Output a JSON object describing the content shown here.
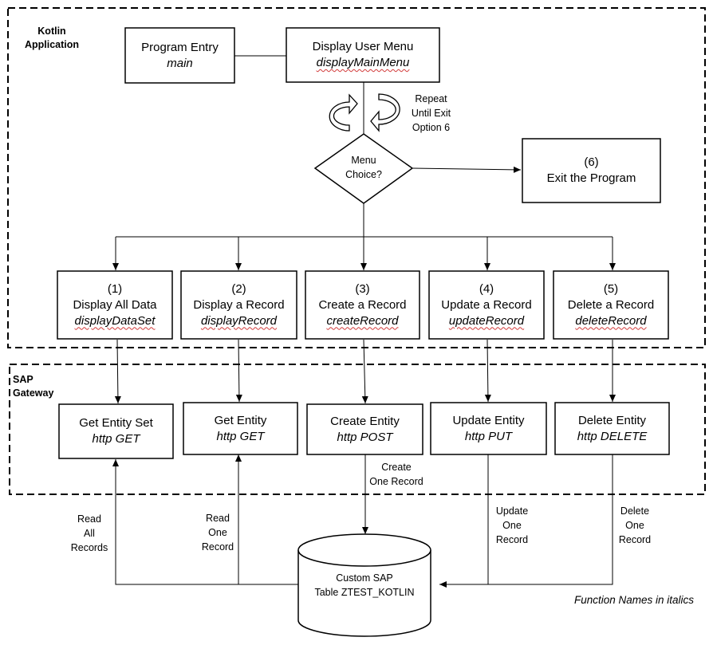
{
  "regions": {
    "kotlin": {
      "line1": "Kotlin",
      "line2": "Application"
    },
    "sap": {
      "line1": "SAP",
      "line2": "Gateway"
    }
  },
  "top": {
    "entry": {
      "title": "Program Entry",
      "fn": "main"
    },
    "menu": {
      "title": "Display User Menu",
      "fn": "displayMainMenu"
    },
    "repeat": {
      "line1": "Repeat",
      "line2": "Until Exit",
      "line3": "Option 6"
    },
    "decision": {
      "line1": "Menu",
      "line2": "Choice?"
    },
    "exit": {
      "line1": "(6)",
      "line2": "Exit the Program"
    }
  },
  "options": [
    {
      "num": "(1)",
      "title": "Display All Data",
      "fn": "displayDataSet"
    },
    {
      "num": "(2)",
      "title": "Display a Record",
      "fn": "displayRecord"
    },
    {
      "num": "(3)",
      "title": "Create a Record",
      "fn": "createRecord"
    },
    {
      "num": "(4)",
      "title": "Update a Record",
      "fn": "updateRecord"
    },
    {
      "num": "(5)",
      "title": "Delete a Record",
      "fn": "deleteRecord"
    }
  ],
  "gateway": [
    {
      "title": "Get Entity Set",
      "method": "http GET"
    },
    {
      "title": "Get Entity",
      "method": "http GET"
    },
    {
      "title": "Create Entity",
      "method": "http POST"
    },
    {
      "title": "Update Entity",
      "method": "http PUT"
    },
    {
      "title": "Delete Entity",
      "method": "http DELETE"
    }
  ],
  "flows": {
    "read_all": [
      "Read",
      "All",
      "Records"
    ],
    "read_one": [
      "Read",
      "One",
      "Record"
    ],
    "create_one": [
      "Create",
      "One Record"
    ],
    "update_one": [
      "Update",
      "One",
      "Record"
    ],
    "delete_one": [
      "Delete",
      "One",
      "Record"
    ]
  },
  "database": {
    "line1": "Custom SAP",
    "line2": "Table ZTEST_KOTLIN"
  },
  "footnote": "Function Names in italics"
}
